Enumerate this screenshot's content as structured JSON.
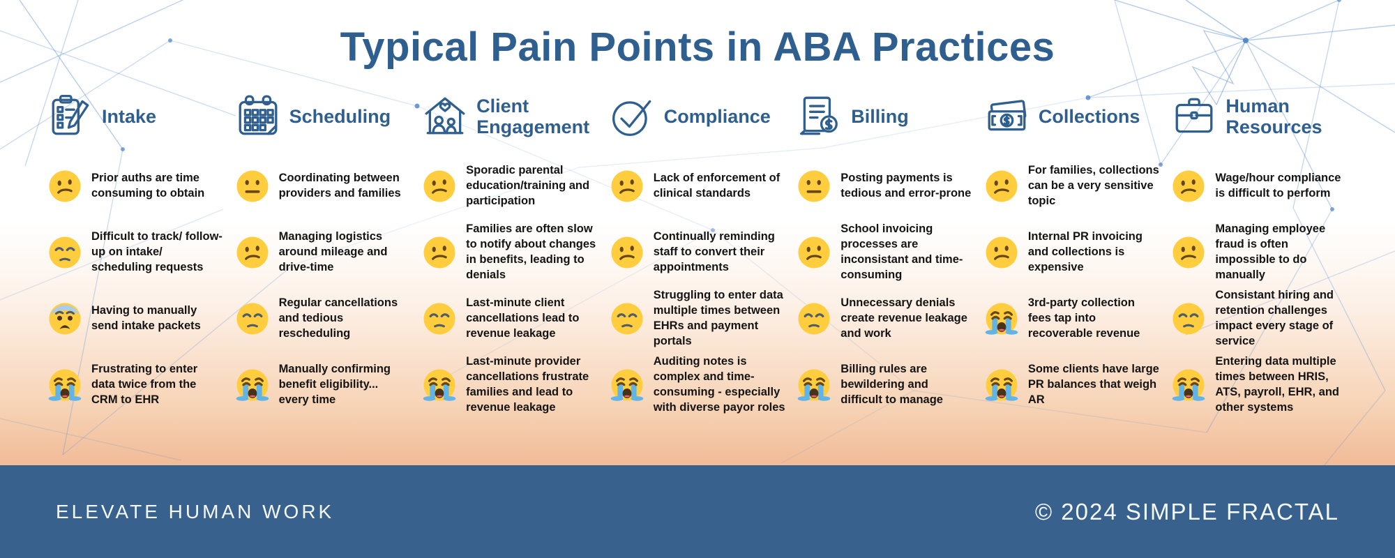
{
  "title": "Typical Pain Points in ABA Practices",
  "colors": {
    "heading_blue": "#2F5F8F",
    "footer_bar": "#38628D",
    "peach_gradient_bottom": "#F1BB97",
    "constellation_blue": "#5B8FD2",
    "emoji_yellow": "#FFCD3E",
    "item_text": "#141414"
  },
  "columns": [
    {
      "name": "Intake",
      "icon": "clipboard-pencil-icon",
      "items": [
        {
          "mood": "slightly-frowning",
          "text": "Prior auths are time consuming to obtain"
        },
        {
          "mood": "pensive",
          "text": "Difficult to track/ follow-up on intake/ scheduling requests"
        },
        {
          "mood": "anxious-sweat",
          "text": "Having to manually send intake packets"
        },
        {
          "mood": "loudly-crying",
          "text": "Frustrating to enter data twice from the CRM to EHR"
        }
      ]
    },
    {
      "name": "Scheduling",
      "icon": "calendar-icon",
      "items": [
        {
          "mood": "neutral",
          "text": "Coordinating between providers and families"
        },
        {
          "mood": "slightly-frowning",
          "text": "Managing logistics around mileage and drive-time"
        },
        {
          "mood": "pensive",
          "text": "Regular cancellations and tedious rescheduling"
        },
        {
          "mood": "loudly-crying",
          "text": "Manually confirming benefit eligibility... every time"
        }
      ]
    },
    {
      "name": "Client Engagement",
      "icon": "house-family-icon",
      "items": [
        {
          "mood": "slightly-frowning",
          "text": "Sporadic parental education/training and participation"
        },
        {
          "mood": "slightly-frowning",
          "text": "Families are often slow to notify about changes in benefits, leading to denials"
        },
        {
          "mood": "pensive",
          "text": "Last-minute client cancellations lead to revenue leakage"
        },
        {
          "mood": "loudly-crying",
          "text": "Last-minute provider cancellations frustrate families and lead to revenue leakage"
        }
      ]
    },
    {
      "name": "Compliance",
      "icon": "check-circle-icon",
      "items": [
        {
          "mood": "slightly-frowning",
          "text": "Lack of enforcement of clinical standards"
        },
        {
          "mood": "slightly-frowning",
          "text": "Continually reminding staff to convert their appointments"
        },
        {
          "mood": "pensive",
          "text": "Struggling to enter data multiple times between EHRs and payment portals"
        },
        {
          "mood": "loudly-crying",
          "text": "Auditing notes is complex and time-consuming - especially with diverse payor roles"
        }
      ]
    },
    {
      "name": "Billing",
      "icon": "invoice-dollar-icon",
      "items": [
        {
          "mood": "neutral",
          "text": "Posting payments is tedious and error-prone"
        },
        {
          "mood": "slightly-frowning",
          "text": "School invoicing processes are inconsistant and time-consuming"
        },
        {
          "mood": "pensive",
          "text": "Unnecessary denials create revenue leakage and work"
        },
        {
          "mood": "loudly-crying",
          "text": "Billing rules are bewildering and difficult to manage"
        }
      ]
    },
    {
      "name": "Collections",
      "icon": "banknote-icon",
      "items": [
        {
          "mood": "slightly-frowning",
          "text": "For families, collections can be a very sensitive topic"
        },
        {
          "mood": "slightly-frowning",
          "text": "Internal PR invoicing and collections is expensive"
        },
        {
          "mood": "loudly-crying",
          "text": "3rd-party collection fees tap into recoverable revenue"
        },
        {
          "mood": "loudly-crying",
          "text": "Some clients have large PR balances that weigh AR"
        }
      ]
    },
    {
      "name": "Human Resources",
      "icon": "briefcase-icon",
      "items": [
        {
          "mood": "slightly-frowning",
          "text": "Wage/hour compliance is difficult to perform"
        },
        {
          "mood": "slightly-frowning",
          "text": "Managing employee fraud is often impossible to do manually"
        },
        {
          "mood": "pensive",
          "text": "Consistant hiring and retention challenges impact every stage of service"
        },
        {
          "mood": "loudly-crying",
          "text": "Entering data multiple times between HRIS, ATS, payroll, EHR, and other systems"
        }
      ]
    }
  ],
  "footer": {
    "left": "ELEVATE HUMAN WORK",
    "right": "© 2024 SIMPLE FRACTAL"
  }
}
